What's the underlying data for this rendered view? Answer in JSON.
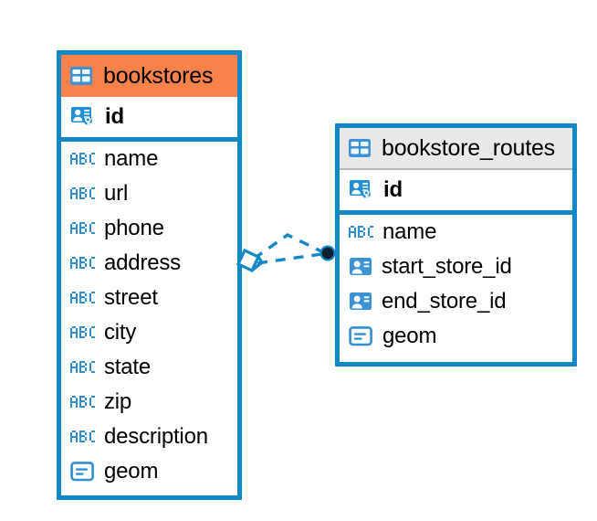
{
  "diagram": {
    "type": "entity-relationship-diagram",
    "background_color": "#ffffff",
    "accent_color": "#1289c6",
    "highlight_color": "#f8834a"
  },
  "entities": [
    {
      "name": "bookstores",
      "header_icon": "table-icon",
      "header_color": "#f8834a",
      "primary_key": {
        "label": "id",
        "icon": "primary-key-icon"
      },
      "fields": [
        {
          "label": "name",
          "icon": "abc-text-icon"
        },
        {
          "label": "url",
          "icon": "abc-text-icon"
        },
        {
          "label": "phone",
          "icon": "abc-text-icon"
        },
        {
          "label": "address",
          "icon": "abc-text-icon"
        },
        {
          "label": "street",
          "icon": "abc-text-icon"
        },
        {
          "label": "city",
          "icon": "abc-text-icon"
        },
        {
          "label": "state",
          "icon": "abc-text-icon"
        },
        {
          "label": "zip",
          "icon": "abc-text-icon"
        },
        {
          "label": "description",
          "icon": "abc-text-icon"
        },
        {
          "label": "geom",
          "icon": "geometry-icon"
        }
      ]
    },
    {
      "name": "bookstore_routes",
      "header_icon": "table-icon",
      "header_color": "#e9e9e9",
      "primary_key": {
        "label": "id",
        "icon": "primary-key-icon"
      },
      "fields": [
        {
          "label": "name",
          "icon": "abc-text-icon"
        },
        {
          "label": "start_store_id",
          "icon": "foreign-key-icon"
        },
        {
          "label": "end_store_id",
          "icon": "foreign-key-icon"
        },
        {
          "label": "geom",
          "icon": "geometry-icon"
        }
      ]
    }
  ],
  "relationship": {
    "source_entity": "bookstores",
    "target_entity": "bookstore_routes",
    "source_marker": "diamond-marker",
    "target_marker": "filled-circle-marker",
    "line_style": "dashed",
    "line_color": "#1289c6",
    "target_marker_color": "#10202c",
    "cardinality": "many-to-one"
  }
}
